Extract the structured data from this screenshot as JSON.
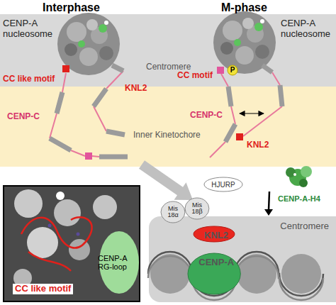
{
  "diagram": {
    "nodes": [
      {
        "text": [
          "Centromere"
        ]
      },
      {
        "text": [
          "HJURP"
        ]
      },
      {
        "text": [
          "Mis 18α"
        ]
      },
      {
        "text": [
          "Mis 18β"
        ]
      },
      {
        "text": [
          "KNL2"
        ],
        "in": 0
      },
      {
        "text": [
          "CENP-A"
        ],
        "in": 0
      }
    ],
    "labels": [
      "Interphase",
      "M-phase",
      "CENP-A nucleosome",
      "Centromere",
      "CENP-A nucleosome",
      "CC like motif",
      "CC motif",
      "P",
      "KNL2",
      "CENP-C",
      "Inner Kinetochore",
      "CENP-C",
      "KNL2",
      "CC like motif",
      "CENP-A RG-loop",
      "CENP-A-H4"
    ]
  }
}
